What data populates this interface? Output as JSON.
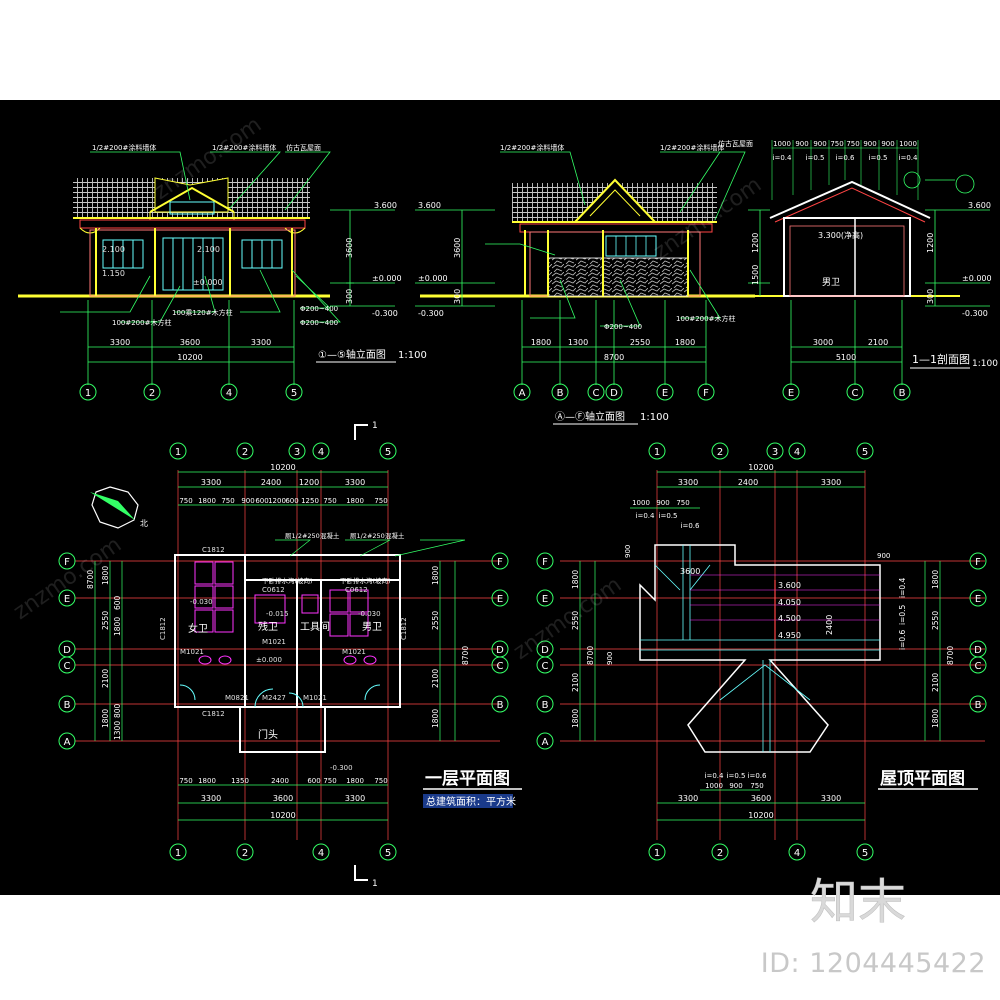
{
  "watermark": {
    "brand": "知末",
    "site": "znzmo.com",
    "id_label": "ID: 1204445422"
  },
  "elevation_front": {
    "title": "①—⑤轴立面图",
    "scale": "1:100",
    "levels": [
      "3.600",
      "±0.000",
      "-0.300"
    ],
    "height_dims": [
      "3600",
      "300"
    ],
    "dims_segments": [
      "3300",
      "3600",
      "3300"
    ],
    "dims_total": "10200",
    "room_labels": [
      "2.100",
      "1.150",
      "2.100",
      "±0.000"
    ],
    "notes": [
      "1/2#200#涂料墙体",
      "1/2#200#涂料墙体",
      "仿古瓦屋面",
      "100乘120#木方柱",
      "100#200#木方柱",
      "Φ200~400",
      "Φ200~400"
    ],
    "axes": [
      "1",
      "2",
      "4",
      "5"
    ]
  },
  "elevation_side": {
    "title": "Ⓐ—Ⓕ轴立面图",
    "scale": "1:100",
    "levels": [
      "3.600",
      "±0.000",
      "-0.300"
    ],
    "height_dims": [
      "3600",
      "300"
    ],
    "dims_segments": [
      "1800",
      "1300",
      "2550",
      "1800"
    ],
    "dims_total": "8700",
    "notes": [
      "1/2#200#涂料墙体",
      "1/2#200#涂料墙体",
      "仿古瓦屋面",
      "Φ200~400",
      "100#200#木方柱"
    ],
    "axes": [
      "A",
      "B",
      "C",
      "D",
      "E",
      "F"
    ]
  },
  "section": {
    "title": "1—1剖面图",
    "scale": "1:100",
    "top_dims": [
      "1000",
      "900",
      "900",
      "750",
      "750",
      "900",
      "900",
      "1000"
    ],
    "slopes": [
      "i=0.4",
      "i=0.5",
      "i=0.6",
      "i=0.5",
      "i=0.4"
    ],
    "levels": [
      "3.600",
      "±0.000",
      "-0.300"
    ],
    "height_dims": [
      "1200",
      "1500",
      "1200",
      "300"
    ],
    "inner_level": "3.300(净高)",
    "room": "男卫",
    "dims_segments": [
      "3000",
      "2100"
    ],
    "dims_total": "5100",
    "axes": [
      "E",
      "C",
      "B"
    ]
  },
  "floor_plan": {
    "title": "一层平面图",
    "area_note": "总建筑面积：平方米",
    "section_mark": "1",
    "top_dims_1": [
      "3300",
      "2400",
      "1200",
      "3300"
    ],
    "top_total": "10200",
    "top_dims_2": [
      "750",
      "1800",
      "750",
      "900",
      "600",
      "1200",
      "600",
      "1250",
      "750",
      "1800",
      "750"
    ],
    "bottom_dims_1": [
      "750",
      "1800",
      "1350",
      "2400",
      "600",
      "750",
      "1800",
      "750"
    ],
    "bottom_dims_2": [
      "3300",
      "3600",
      "3300"
    ],
    "bottom_total": "10200",
    "left_dims": [
      "1800",
      "2550",
      "2100",
      "1800"
    ],
    "left_total": "8700",
    "left_sub_dims": [
      "600",
      "1800",
      "800",
      "1300"
    ],
    "right_dims": [
      "1800",
      "2550",
      "2100",
      "1800"
    ],
    "right_total": "8700",
    "rooms": [
      "女卫",
      "残卫",
      "工具间",
      "男卫",
      "门头"
    ],
    "doors_windows": [
      "C1812",
      "C1812",
      "C1812",
      "C1812",
      "C0612",
      "C0612",
      "M1021",
      "M1021",
      "M1021",
      "M2427",
      "M0821",
      "M1021"
    ],
    "levels": [
      "-0.030",
      "-0.015",
      "-0.030",
      "±0.000",
      "-0.300"
    ],
    "notes": [
      "厕1/2#250混凝土",
      "厕1/2#250混凝土",
      "下卧排水沟(坡向)",
      "下卧排水沟(坡向)"
    ],
    "axes_top": [
      "1",
      "2",
      "3",
      "4",
      "5"
    ],
    "axes_left": [
      "F",
      "E",
      "D",
      "C",
      "B",
      "A"
    ],
    "north": "北"
  },
  "roof_plan": {
    "title": "屋顶平面图",
    "top_dims_1": [
      "3300",
      "2400",
      "3300"
    ],
    "top_total": "10200",
    "top_small": [
      "1000",
      "900",
      "750"
    ],
    "top_slopes": [
      "i=0.4",
      "i=0.5",
      "i=0.6"
    ],
    "eave_dims": [
      "900",
      "900"
    ],
    "ridge_levels": [
      "3.600",
      "4.050",
      "4.500",
      "4.950"
    ],
    "ridge_note": "3600",
    "inner_dim": "2400",
    "bottom_slopes": [
      "i=0.4",
      "i=0.5",
      "i=0.6"
    ],
    "bottom_small": [
      "1000",
      "900",
      "750"
    ],
    "bottom_dims": [
      "3300",
      "3600",
      "3300"
    ],
    "bottom_total": "10200",
    "left_dims": [
      "1800",
      "2550",
      "2100",
      "1800"
    ],
    "left_total": "8700",
    "right_dims": [
      "1800",
      "2550",
      "2100",
      "1800"
    ],
    "right_total": "8700",
    "right_slopes": [
      "i=0.4",
      "i=0.5",
      "i=0.6"
    ],
    "axes_top": [
      "1",
      "2",
      "3",
      "4",
      "5"
    ],
    "axes_left": [
      "F",
      "E",
      "D",
      "C",
      "B",
      "A"
    ]
  }
}
